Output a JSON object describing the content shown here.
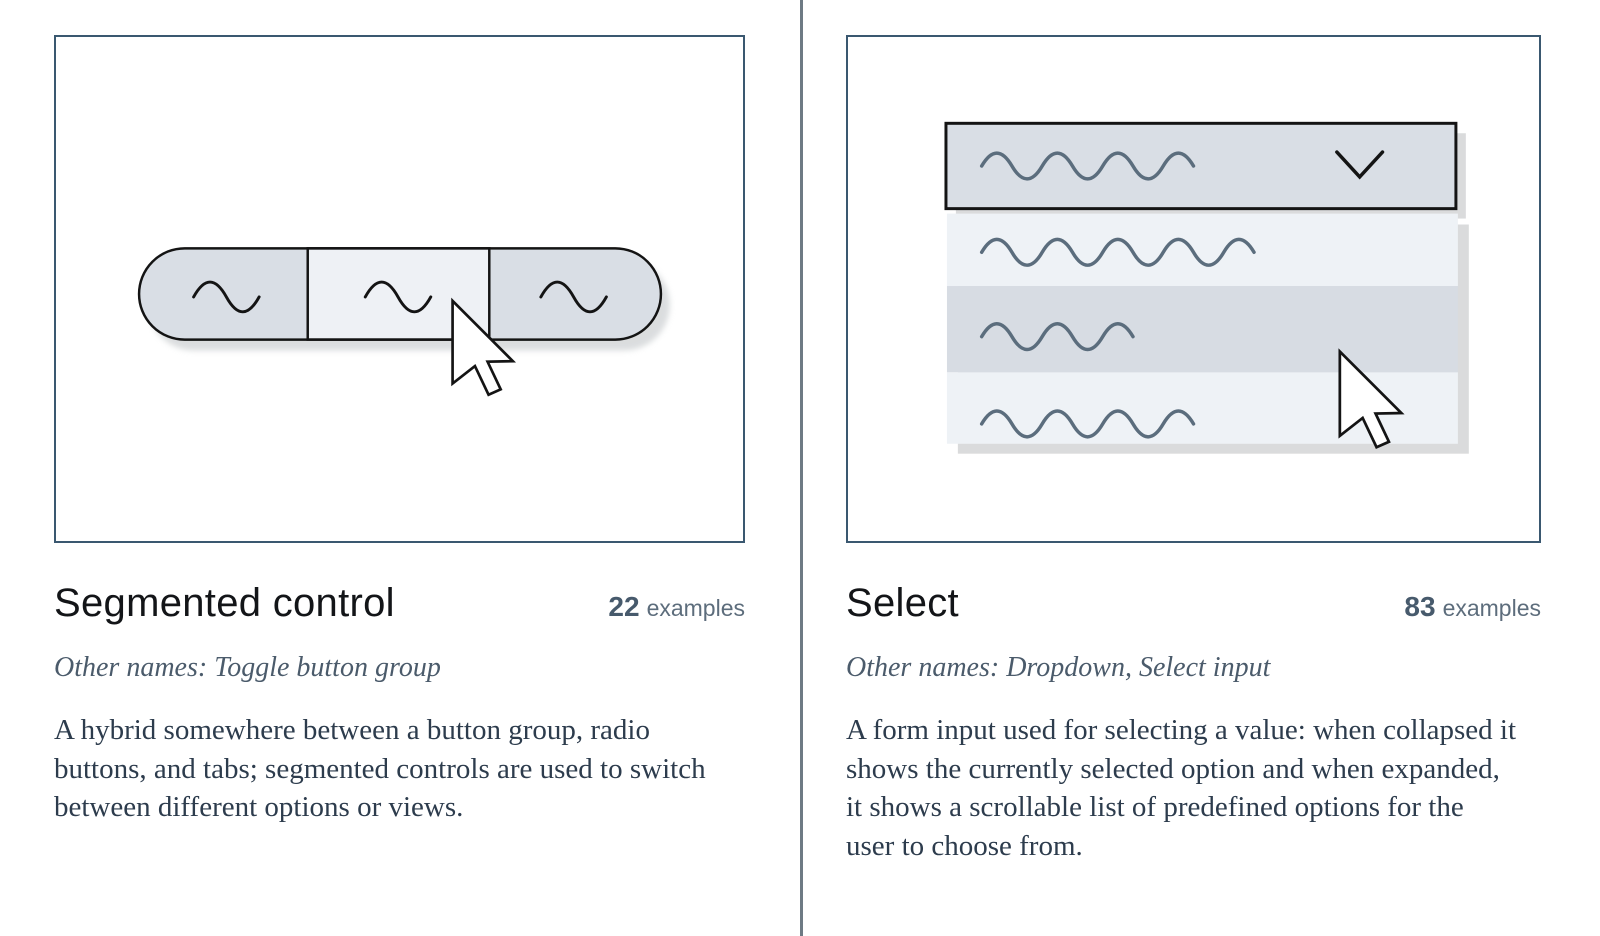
{
  "page": {
    "background": "#ffffff",
    "divider_color": "#6e7a84"
  },
  "cards": [
    {
      "title": "Segmented control",
      "examples_count": "22",
      "examples_label": "examples",
      "other_names": "Other names: Toggle button group",
      "description": "A hybrid somewhere between a button group, radio buttons, and tabs; segmented controls are used to switch between different options or views.",
      "illustration": "segmented-control"
    },
    {
      "title": "Select",
      "examples_count": "83",
      "examples_label": "examples",
      "other_names": "Other names: Dropdown, Select input",
      "description": "A form input used for selecting a value: when collapsed it shows the currently selected option and when expanded, it shows a scrollable list of predefined options for the user to choose from.",
      "illustration": "select"
    }
  ],
  "colors": {
    "card_border": "#3a5870",
    "title_text": "#131518",
    "examples_number": "#475a6c",
    "examples_label": "#5d6d7c",
    "secondary_text": "#4b5b6b",
    "body_text": "#2d3c4d",
    "illustration_fill_gray": "#d9dee5",
    "illustration_fill_light": "#eef2f6",
    "illustration_highlight_row": "#d7dce3",
    "illustration_stroke": "#141414",
    "illustration_wave_slate": "#5b6d7d",
    "illustration_shadow": "#dadbdc"
  }
}
